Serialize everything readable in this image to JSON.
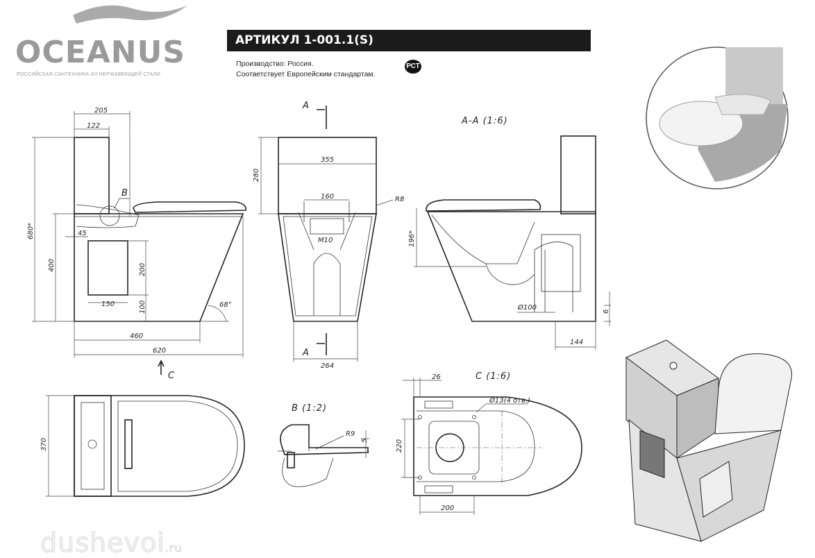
{
  "brand": {
    "logo_text": "OCEANUS",
    "slogan": "РОССИЙСКАЯ САНТЕХНИКА ИЗ НЕРЖАВЕЮЩЕЙ СТАЛИ"
  },
  "header": {
    "article": "АРТИКУЛ 1-001.1(S)",
    "production": "Производство: Россия.",
    "standards": "Соответствует Европейским стандартам.",
    "cert_mark": "РСТ"
  },
  "side_view": {
    "dims": [
      "205",
      "122",
      "680*",
      "400",
      "45",
      "200",
      "150",
      "100",
      "460",
      "620",
      "68°"
    ],
    "callout_b": "B",
    "view_arrow": "C"
  },
  "front_view": {
    "section_mark": "A",
    "dims": [
      "280",
      "355",
      "160",
      "R8",
      "M10",
      "264"
    ]
  },
  "section_aa": {
    "title": "A-A (1:6)",
    "dims": [
      "196*",
      "Ø100",
      "6",
      "144"
    ]
  },
  "top_view": {
    "dims": [
      "370"
    ]
  },
  "detail_b": {
    "title": "B (1:2)",
    "dims": [
      "R9",
      "5"
    ]
  },
  "view_c": {
    "title": "C (1:6)",
    "dims": [
      "26",
      "Ø13(4 отв.)",
      "220",
      "200"
    ]
  },
  "watermark": {
    "text": "dushevoi",
    "suffix": ".ru"
  },
  "colors": {
    "header_bar": "#1b1b1b",
    "steel": "#b8b8b8",
    "line": "#222222"
  }
}
